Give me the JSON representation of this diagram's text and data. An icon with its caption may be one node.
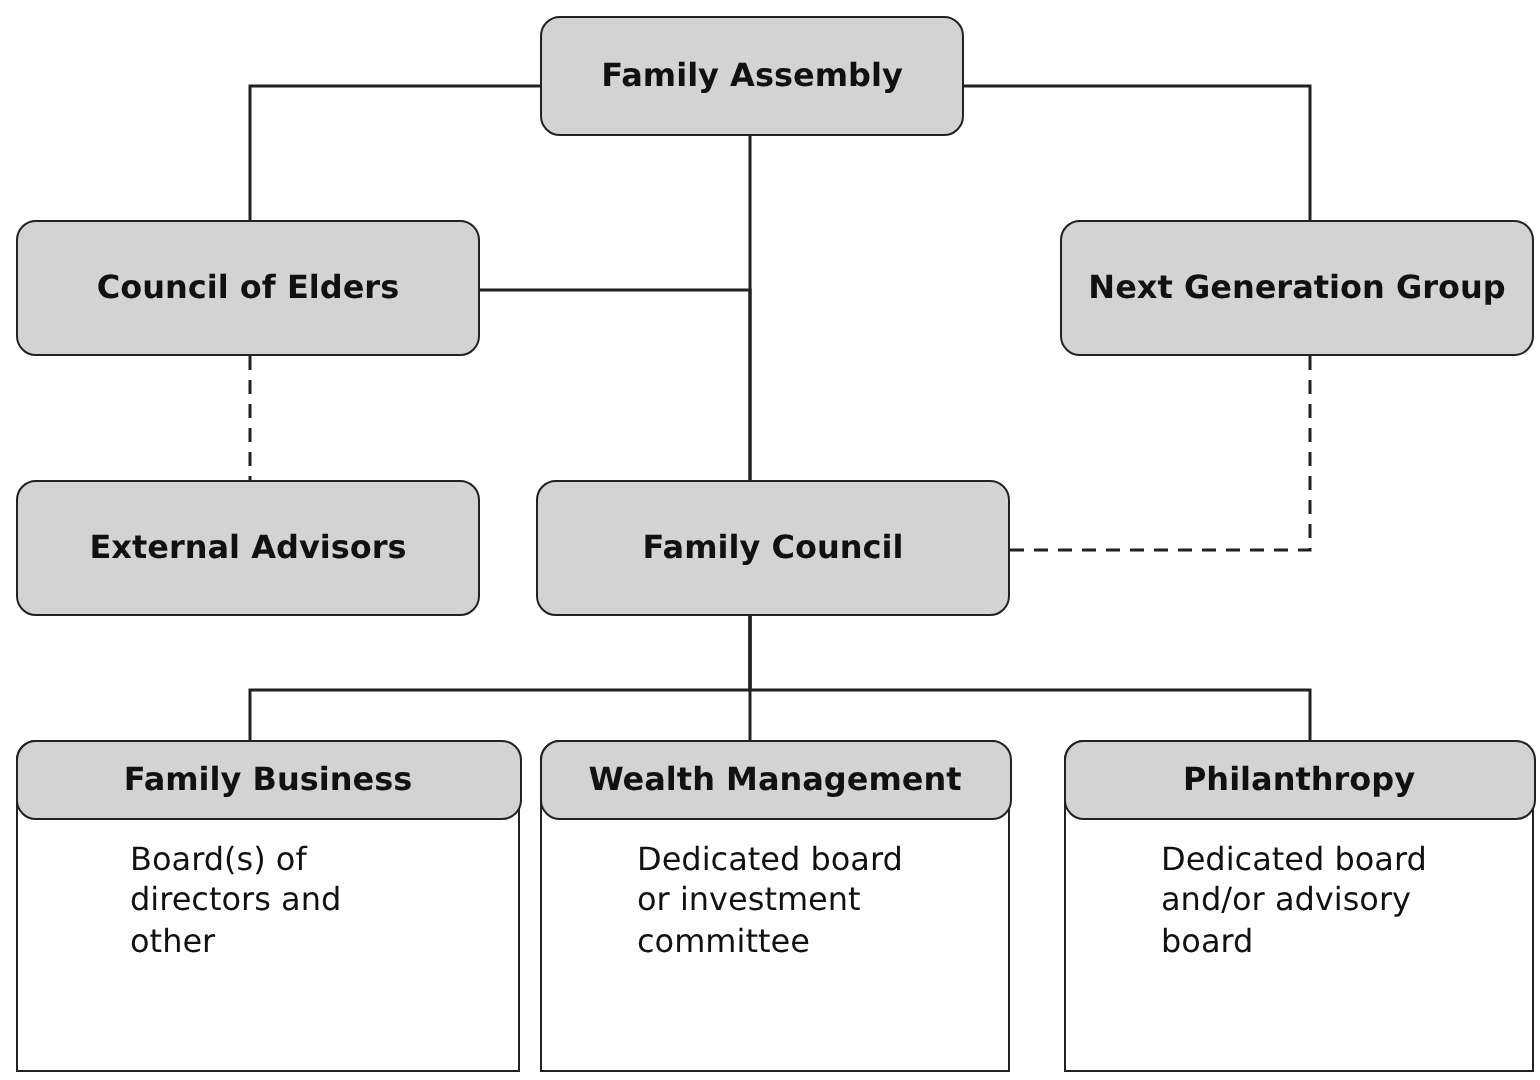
{
  "diagram": {
    "nodes": [
      {
        "text": [
          "Family Assembly"
        ]
      },
      {
        "text": [
          "Council of Elders"
        ]
      },
      {
        "text": [
          "Next Generation Group"
        ]
      },
      {
        "text": [
          "External Advisors"
        ]
      },
      {
        "text": [
          "Family Council"
        ]
      },
      {
        "text": [
          "Family Business",
          "Board(s) of directors and other"
        ]
      },
      {
        "text": [
          "Wealth Management",
          "Dedicated board or investment committee"
        ]
      },
      {
        "text": [
          "Philanthropy",
          "Dedicated board and/or advisory board"
        ]
      }
    ],
    "edges": [
      {
        "from": 0,
        "to": 1,
        "arrow": "none"
      },
      {
        "from": 0,
        "to": 2,
        "arrow": "none"
      },
      {
        "from": 0,
        "to": 4,
        "arrow": "none"
      },
      {
        "from": 1,
        "to": 4,
        "arrow": "none"
      },
      {
        "from": 1,
        "to": 3,
        "arrow": "none",
        "style": "dashed"
      },
      {
        "from": 2,
        "to": 4,
        "arrow": "none",
        "style": "dashed"
      },
      {
        "from": 4,
        "to": 5,
        "arrow": "none"
      },
      {
        "from": 4,
        "to": 6,
        "arrow": "none"
      },
      {
        "from": 4,
        "to": 7,
        "arrow": "none"
      }
    ]
  }
}
